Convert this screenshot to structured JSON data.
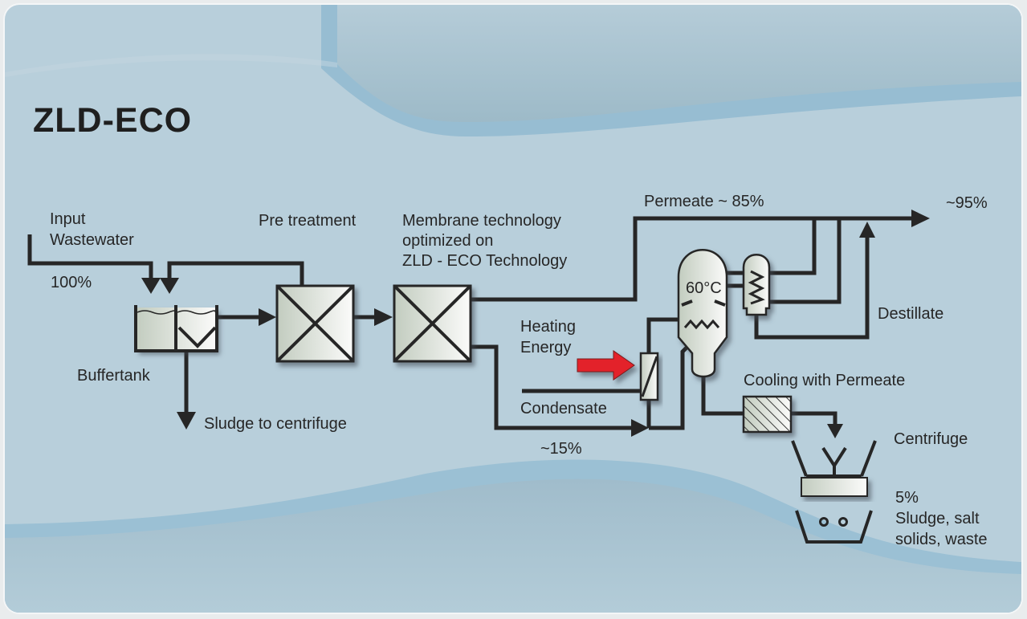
{
  "title": "ZLD-ECO",
  "labels": {
    "input": "Input",
    "wastewater": "Wastewater",
    "input_percent": "100%",
    "pre_treatment": "Pre treatment",
    "membrane_1": "Membrane technology",
    "membrane_2": "optimized on",
    "membrane_3": "ZLD - ECO Technology",
    "buffertank": "Buffertank",
    "sludge_to_centrifuge": "Sludge to centrifuge",
    "permeate": "Permeate  ~ 85%",
    "output_percent": "~95%",
    "temperature": "60°C",
    "destillate": "Destillate",
    "heating_1": "Heating",
    "heating_2": "Energy",
    "condensate": "Condensate",
    "concentrate_percent": "~15%",
    "cooling": "Cooling with Permeate",
    "centrifuge": "Centrifuge",
    "waste_percent": "5%",
    "waste_1": "Sludge, salt",
    "waste_2": "solids, waste"
  },
  "colors": {
    "background": "#b8cfdb",
    "wave": "#9dbfd2",
    "line": "#262626",
    "heating_arrow": "#e3212b",
    "equipment_light": "#f7f8f6",
    "equipment_dark": "#c5cdc2"
  }
}
